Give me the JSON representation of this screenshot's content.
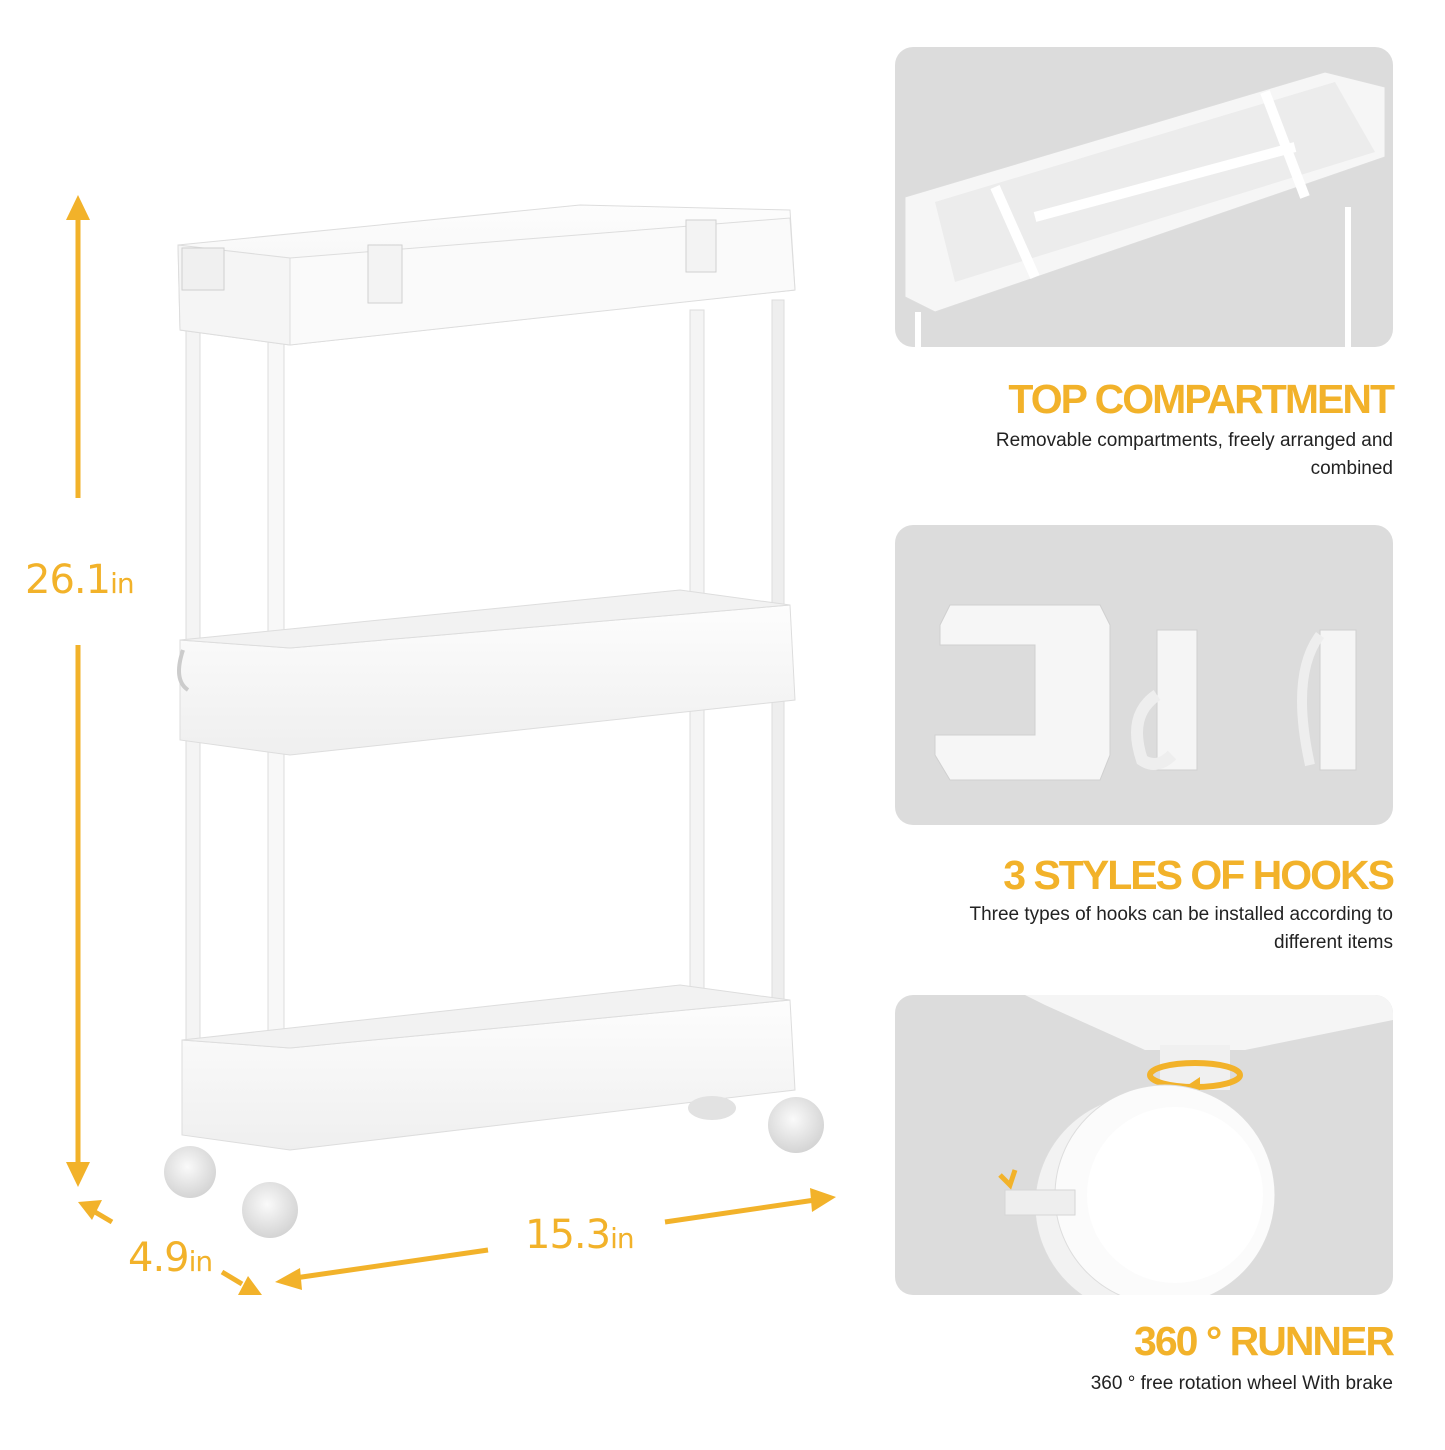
{
  "dimensions": {
    "height": {
      "value": "26.1",
      "unit": "in"
    },
    "depth": {
      "value": "4.9",
      "unit": "in"
    },
    "width": {
      "value": "15.3",
      "unit": "in"
    }
  },
  "features": [
    {
      "title": "TOP COMPARTMENT",
      "description": "Removable compartments, freely arranged and combined"
    },
    {
      "title": "3 STYLES OF HOOKS",
      "description": "Three types of hooks can be installed according to different items"
    },
    {
      "title": "360 ° RUNNER",
      "description": "360 ° free rotation wheel With brake"
    }
  ],
  "colors": {
    "accent": "#f2b22a",
    "panel_bg": "#dcdcdc",
    "product": "#f7f7f7",
    "text": "#222222"
  }
}
